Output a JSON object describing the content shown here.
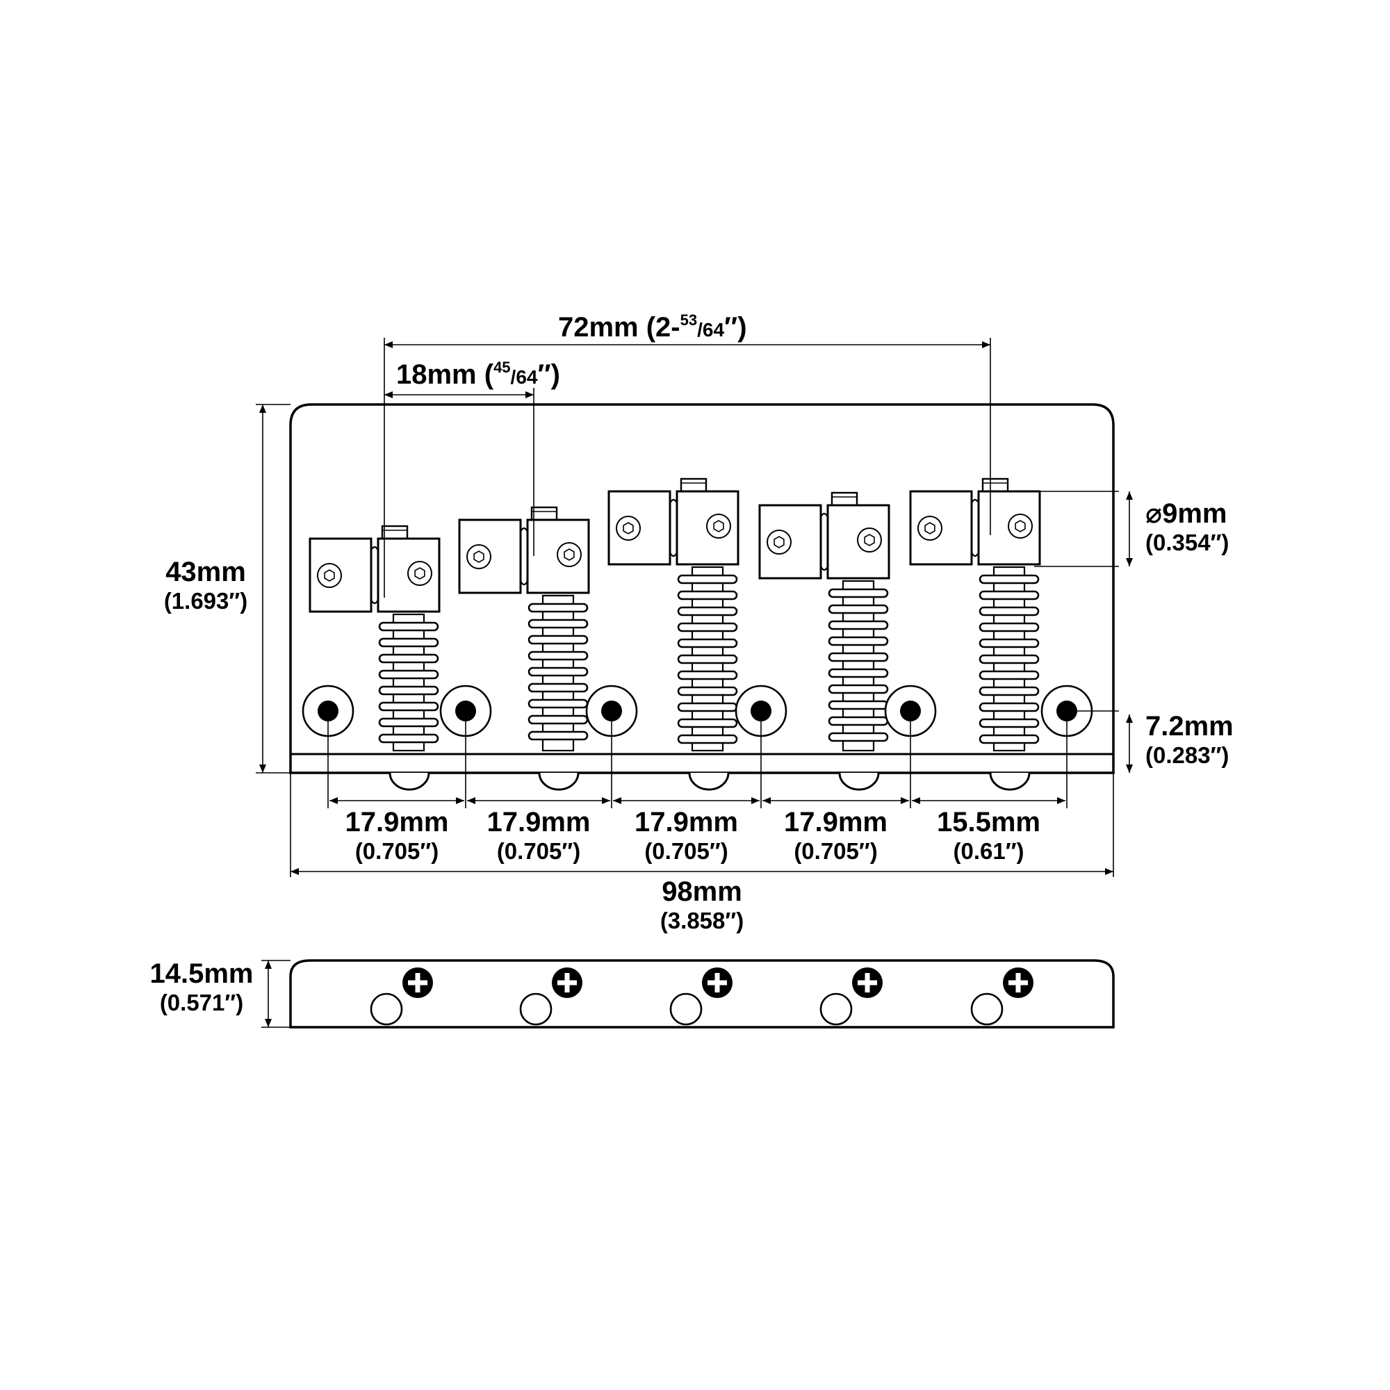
{
  "dimensions": {
    "string_span": {
      "metric": "72mm (2-",
      "sup": "53",
      "sub": "/64",
      "close": "″)"
    },
    "saddle_offset": {
      "metric": "18mm (",
      "sup": "45",
      "sub": "/64",
      "close": "″)"
    },
    "height": {
      "metric": "43mm",
      "imperial": "(1.693″)"
    },
    "saddle_diameter": {
      "metric": "⌀9mm",
      "imperial": "(0.354″)"
    },
    "hole_offset": {
      "metric": "7.2mm",
      "imperial": "(0.283″)"
    },
    "hole_spacings": [
      {
        "metric": "17.9mm",
        "imperial": "(0.705″)"
      },
      {
        "metric": "17.9mm",
        "imperial": "(0.705″)"
      },
      {
        "metric": "17.9mm",
        "imperial": "(0.705″)"
      },
      {
        "metric": "17.9mm",
        "imperial": "(0.705″)"
      },
      {
        "metric": "15.5mm",
        "imperial": "(0.61″)"
      }
    ],
    "width": {
      "metric": "98mm",
      "imperial": "(3.858″)"
    },
    "side_height": {
      "metric": "14.5mm",
      "imperial": "(0.571″)"
    }
  },
  "saddle_count": 5,
  "mount_hole_count": 6
}
